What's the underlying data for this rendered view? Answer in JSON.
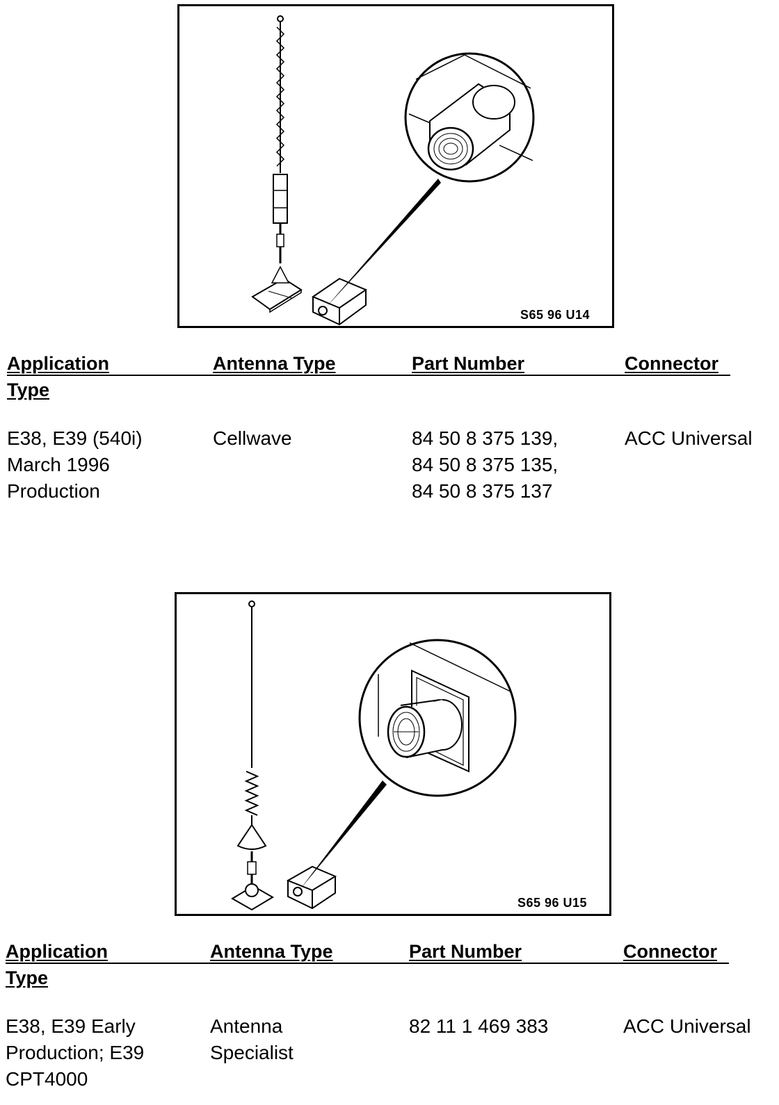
{
  "figure1": {
    "code": "S65 96 U14"
  },
  "figure2": {
    "code": "S65 96 U15"
  },
  "headers": {
    "application": "Application",
    "type": "Type",
    "antenna_type": "Antenna Type",
    "part_number": "Part Number",
    "connector": "Connector"
  },
  "table1": {
    "application": [
      "E38, E39 (540i)",
      "March 1996",
      "Production"
    ],
    "antenna_type": [
      "Cellwave"
    ],
    "part_number": [
      "84 50 8 375 139,",
      "84 50 8 375 135,",
      "84 50 8 375 137"
    ],
    "connector": [
      "ACC Universal"
    ]
  },
  "table2": {
    "application": [
      "E38, E39 Early",
      "Production; E39",
      "CPT4000"
    ],
    "antenna_type": [
      "Antenna",
      "Specialist"
    ],
    "part_number": [
      "82 11 1 469 383"
    ],
    "connector": [
      "ACC Universal"
    ]
  }
}
